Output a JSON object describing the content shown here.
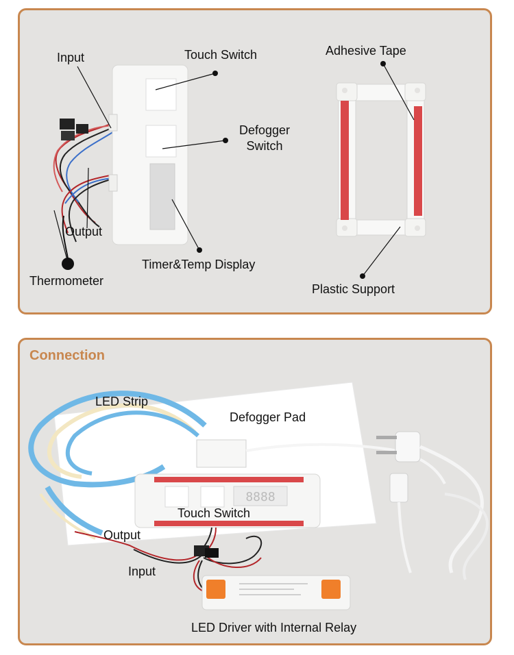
{
  "colors": {
    "border": "#c8874f",
    "panel_bg": "#e4e3e1",
    "heading": "#c8874f",
    "adhesive_red": "#d9484a",
    "driver_orange": "#f07f2a",
    "led_blue": "#6fb8e6"
  },
  "top_panel": {
    "labels": {
      "input": "Input",
      "touch_switch": "Touch Switch",
      "defogger_switch_line1": "Defogger",
      "defogger_switch_line2": "Switch",
      "output": "Output",
      "timer_temp_display": "Timer&Temp Display",
      "thermometer": "Thermometer",
      "adhesive_tape": "Adhesive Tape",
      "plastic_support": "Plastic Support"
    }
  },
  "bottom_panel": {
    "heading": "Connection",
    "labels": {
      "led_strip": "LED Strip",
      "defogger_pad": "Defogger Pad",
      "touch_switch": "Touch Switch",
      "output": "Output",
      "input": "Input",
      "led_driver": "LED Driver with Internal Relay"
    },
    "display_digits": "8888"
  }
}
